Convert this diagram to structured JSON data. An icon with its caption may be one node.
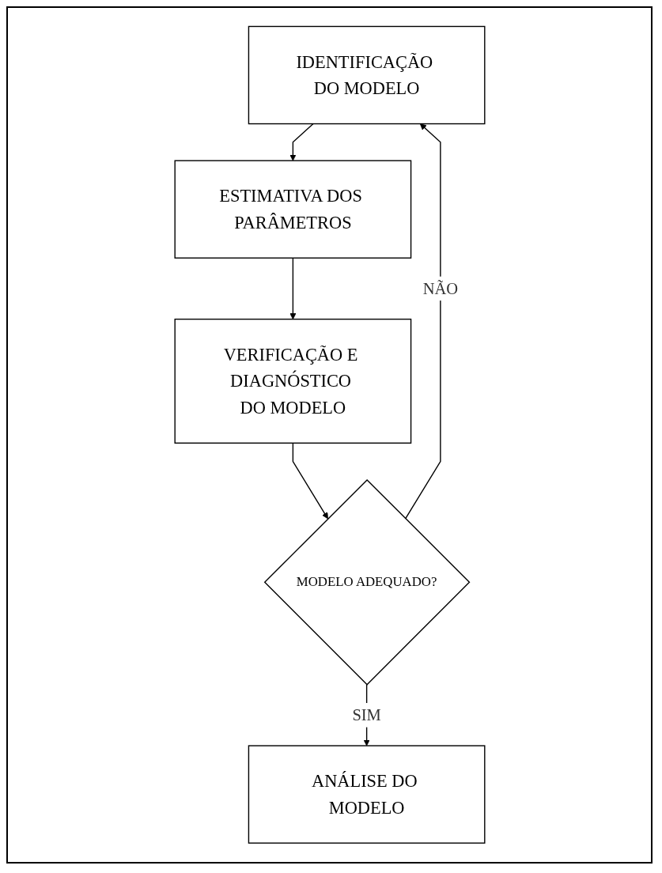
{
  "diagram": {
    "nodes": [
      {
        "text": [
          "IDENTIFICAÇÃO DO MODELO"
        ]
      },
      {
        "text": [
          "ESTIMATIVA DOS PARÂMETROS"
        ]
      },
      {
        "text": [
          "VERIFICAÇÃO E DIAGNÓSTICO DO MODELO"
        ]
      },
      {
        "text": [
          "MODELO ADEQUADO?"
        ]
      },
      {
        "text": [
          "ANÁLISE DO MODELO"
        ]
      }
    ],
    "edges": [
      {
        "from": 0,
        "to": 1,
        "arrow": "to"
      },
      {
        "from": 1,
        "to": 2,
        "arrow": "to"
      },
      {
        "from": 2,
        "to": 3,
        "arrow": "to"
      },
      {
        "from": 3,
        "to": 4,
        "arrow": "to",
        "label": "SIM"
      },
      {
        "from": 3,
        "to": 0,
        "arrow": "to",
        "label": "NÃO"
      }
    ]
  }
}
